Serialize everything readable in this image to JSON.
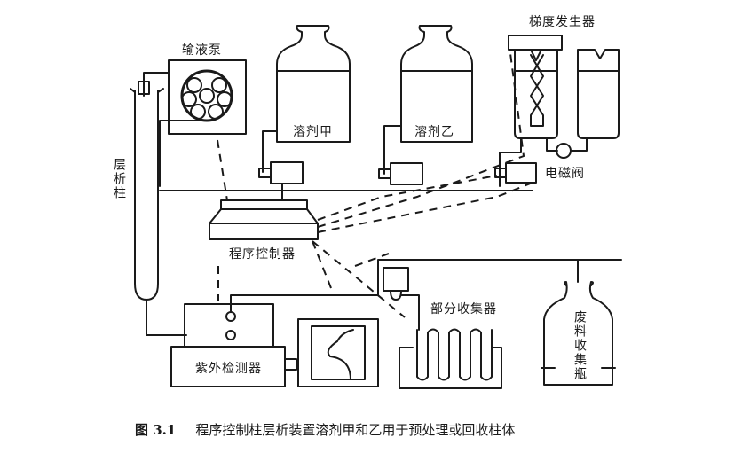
{
  "figure": {
    "number": "图 3.1",
    "caption": "程序控制柱层析装置溶剂甲和乙用于预处理或回收柱体"
  },
  "labels": {
    "pump": "输液泵",
    "column": "层析柱",
    "solvent_a": "溶剂甲",
    "solvent_b": "溶剂乙",
    "gradient_generator": "梯度发生器",
    "solenoid_valve": "电磁阀",
    "program_controller": "程序控制器",
    "fraction_collector": "部分收集器",
    "uv_detector": "紫外检测器",
    "waste_bottle": "废料收集瓶"
  }
}
